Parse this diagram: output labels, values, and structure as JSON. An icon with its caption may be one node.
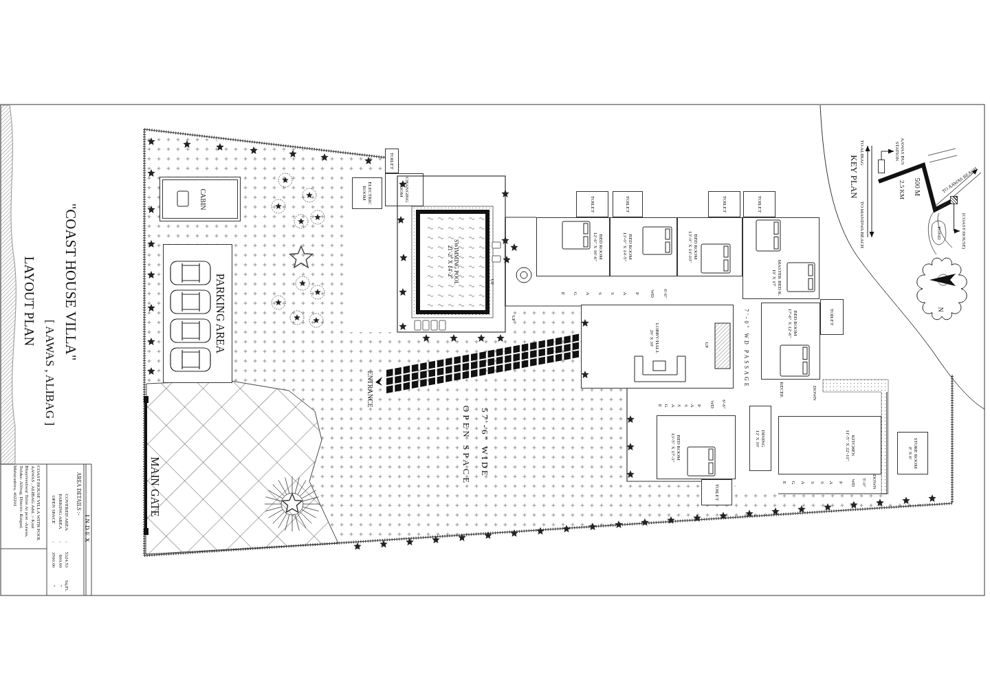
{
  "diagram": {
    "title": "\"COAST HOUSE VILLA\"",
    "nodes": [
      {
        "text": [
          "CABIN"
        ]
      },
      {
        "text": [
          "PARKING AREA"
        ]
      },
      {
        "text": [
          "ELECTRIC ROOM"
        ]
      },
      {
        "text": [
          "TOILET"
        ]
      },
      {
        "text": [
          "CHANGING ROOM"
        ]
      },
      {
        "text": [
          "SWIMMING POOL",
          "21'-2\" X 14'-2\""
        ]
      },
      {
        "text": [
          "TOILET"
        ]
      },
      {
        "text": [
          "TOILET"
        ]
      },
      {
        "text": [
          "BED ROOM",
          "12'-6\" X 16'-6\""
        ]
      },
      {
        "text": [
          "BED ROOM",
          "13'-0\" X 14'-5\""
        ]
      },
      {
        "text": [
          "BED ROOM",
          "13'-0\" X 14'-10\""
        ]
      },
      {
        "text": [
          "TOILET"
        ]
      },
      {
        "text": [
          "TOILET"
        ]
      },
      {
        "text": [
          "MASTER BED R.",
          "19' X 17'"
        ]
      },
      {
        "text": [
          "BED ROOM",
          "17'-6\" X 12'-6\""
        ]
      },
      {
        "text": [
          "TOILET"
        ]
      },
      {
        "text": [
          "LOBBY/HALL",
          "20' X 30'"
        ]
      },
      {
        "text": [
          "DINING",
          "13' X 10'"
        ]
      },
      {
        "text": [
          "BED ROOM",
          "13'-5\" X 17'-3\""
        ]
      },
      {
        "text": [
          "TOILET"
        ]
      },
      {
        "text": [
          "KITCHEN",
          "11'-5\" X 22'-11\""
        ]
      },
      {
        "text": [
          "STORE ROOM",
          "8' X 6'"
        ]
      },
      {
        "text": [],
        "shape": "box"
      },
      {
        "text": [
          "AAWAS BUS STATION"
        ]
      },
      {
        "text": [],
        "shape": "box"
      },
      {
        "text": [
          "(COAST HOUSE)"
        ]
      }
    ],
    "edges": [
      {
        "from": 22,
        "to": 23,
        "arrow": "to"
      },
      {
        "from": 24,
        "to": 25,
        "arrow": "to"
      }
    ],
    "labels": [
      "[ AAWAS , ALIBAG ]",
      "LAYOUT PLAN",
      "UP",
      "UP",
      "6'-6\"",
      "WD",
      "PASSAGE",
      "ENTRANCE",
      "UP",
      "7'-0\" WD PASSAGE",
      "RECEP.",
      "DOWN",
      "6'-6\"",
      "WD",
      "PASSAGE",
      "57'-6\" WIDE",
      "OPEN SPACE",
      "5'-0\"",
      "WD",
      "PASSAGE",
      "DOWN",
      "MAIN GATE",
      "KEY PLAN",
      "TO ALIBAG",
      "TO MANDWA BEACH",
      "2.5 KM",
      "500 M",
      "TO AAWAS BEACH",
      "POND",
      "N",
      "INDEX",
      "AREA DETAILS :-",
      "COVERED AREA",
      ":",
      "5324.53",
      "Sq.Ft.",
      "PARKING AREA",
      ":",
      "600.00",
      "\"",
      "OPEN SPACE",
      ":",
      "3500.00",
      "\"",
      "COAST HOUSE VILLA WITH POOL AAWAS , ALIBAG Add. :- Kaal Bhayrveshwar Talav At post -Aawas, Taluka- Alibag, District- Raigad, Maharashtra, 402201"
    ]
  }
}
